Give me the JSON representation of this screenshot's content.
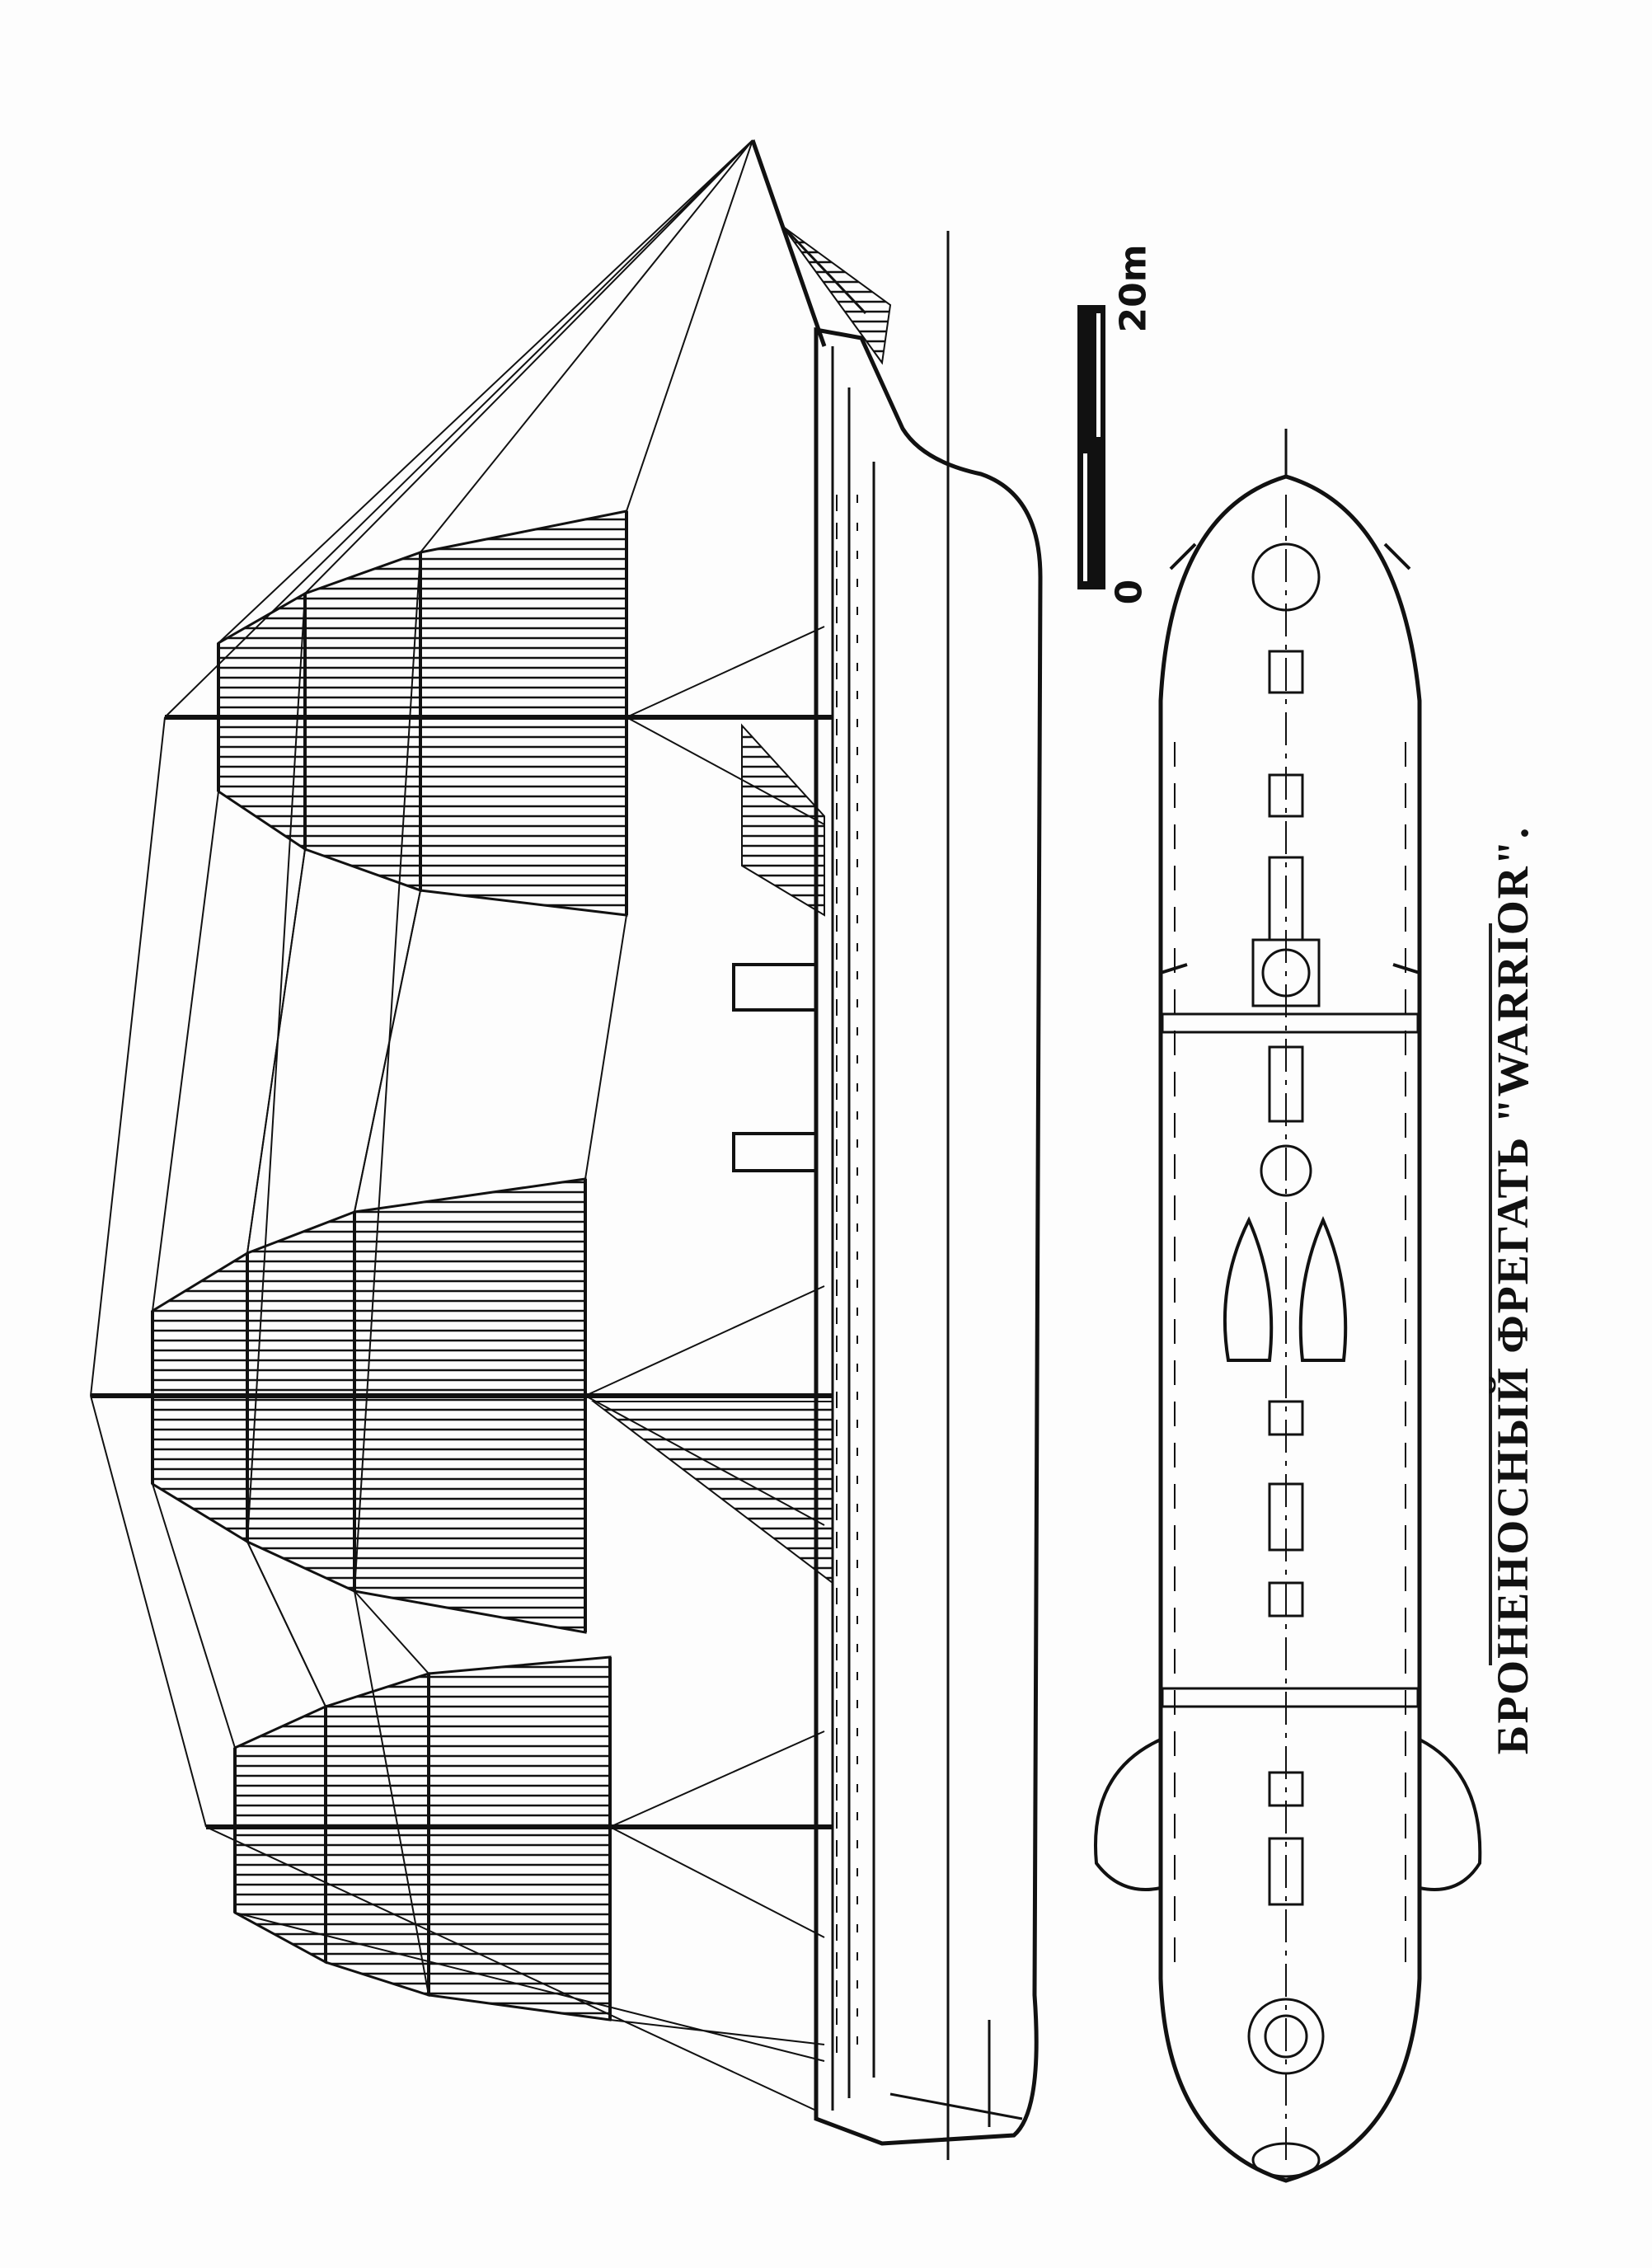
{
  "caption": "БРОНЕНОСНЫЙ ФРЕГАТЬ \"WARRIOR\".",
  "scale": {
    "start_label": "0",
    "end_label": "20m"
  },
  "colors": {
    "ink": "#111111",
    "paper": "#fdfdfd"
  }
}
